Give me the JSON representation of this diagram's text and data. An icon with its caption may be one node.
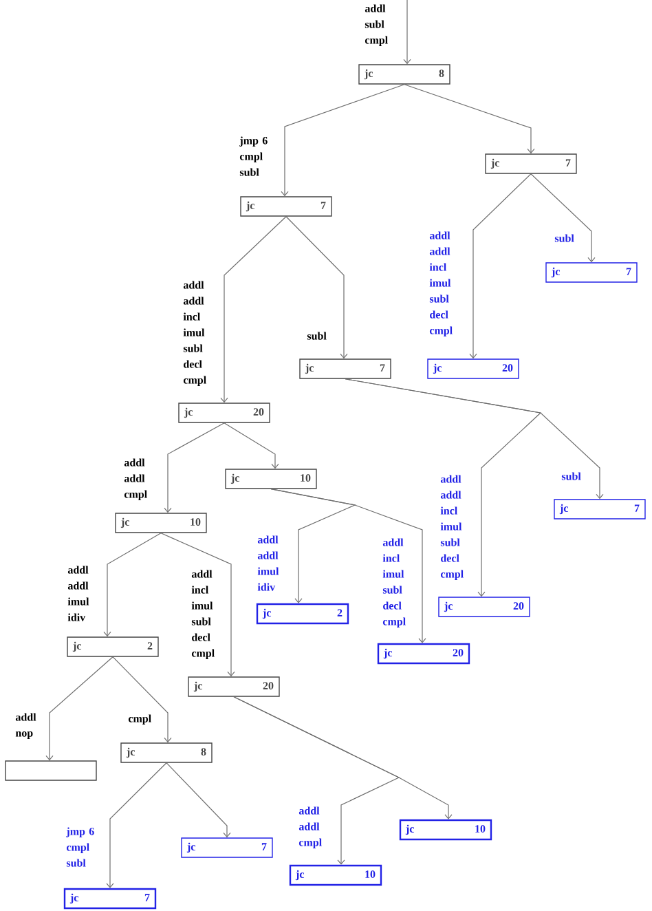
{
  "diagram": {
    "nodes": [
      {
        "text": [
          "jc",
          "8"
        ]
      },
      {
        "text": [
          "jc",
          "7"
        ]
      },
      {
        "text": [
          "jc",
          "7"
        ]
      },
      {
        "text": [
          "jc",
          "7"
        ]
      },
      {
        "text": [
          "jc",
          "20"
        ]
      },
      {
        "text": [
          "jc",
          "7"
        ]
      },
      {
        "text": [
          "jc",
          "20"
        ]
      },
      {
        "text": [
          "jc",
          "10"
        ]
      },
      {
        "text": [
          "jc",
          "7"
        ]
      },
      {
        "text": [
          "jc",
          "10"
        ]
      },
      {
        "text": [
          "jc",
          "20"
        ]
      },
      {
        "text": [
          "jc",
          "2"
        ]
      },
      {
        "text": [
          "jc",
          "20"
        ]
      },
      {
        "text": [
          "jc",
          "2"
        ]
      },
      {
        "text": [
          "jc",
          "20"
        ]
      },
      {
        "text": [],
        "shape": "box"
      },
      {
        "text": [
          "jc",
          "8"
        ]
      },
      {
        "text": [
          "jc",
          "10"
        ]
      },
      {
        "text": [
          "jc",
          "7"
        ]
      },
      {
        "text": [
          "jc",
          "10"
        ]
      },
      {
        "text": [
          "jc",
          "7"
        ]
      }
    ],
    "edges": [
      {
        "from": null,
        "to": 0,
        "arrow": "to",
        "label": "addl subl cmpl"
      },
      {
        "from": 0,
        "to": 2,
        "arrow": "to",
        "label": "jmp 6 cmpl subl"
      },
      {
        "from": 0,
        "to": 1,
        "arrow": "to"
      },
      {
        "from": 2,
        "to": 6,
        "arrow": "to",
        "label": "addl addl incl imul subl decl cmpl"
      },
      {
        "from": 2,
        "to": 5,
        "arrow": "to",
        "label": "subl"
      },
      {
        "from": 1,
        "to": 4,
        "arrow": "to",
        "label": "addl addl incl imul subl decl cmpl"
      },
      {
        "from": 1,
        "to": 3,
        "arrow": "to",
        "label": "subl"
      },
      {
        "from": 5,
        "to": 10,
        "arrow": "to",
        "label": "addl addl incl imul subl decl cmpl"
      },
      {
        "from": 5,
        "to": 8,
        "arrow": "to",
        "label": "subl"
      },
      {
        "from": 6,
        "to": 9,
        "arrow": "to",
        "label": "addl addl cmpl"
      },
      {
        "from": 6,
        "to": 7,
        "arrow": "to"
      },
      {
        "from": 7,
        "to": 11,
        "arrow": "to",
        "label": "addl addl imul idiv"
      },
      {
        "from": 7,
        "to": 12,
        "arrow": "to",
        "label": "addl incl imul subl decl cmpl"
      },
      {
        "from": 9,
        "to": 13,
        "arrow": "to",
        "label": "addl addl imul idiv"
      },
      {
        "from": 9,
        "to": 14,
        "arrow": "to",
        "label": "addl incl imul subl decl cmpl"
      },
      {
        "from": 13,
        "to": 15,
        "arrow": "to",
        "label": "addl nop"
      },
      {
        "from": 13,
        "to": 16,
        "arrow": "to",
        "label": "cmpl"
      },
      {
        "from": 16,
        "to": 20,
        "arrow": "to",
        "label": "jmp 6 cmpl subl"
      },
      {
        "from": 16,
        "to": 18,
        "arrow": "to"
      },
      {
        "from": 14,
        "to": 19,
        "arrow": "to",
        "label": "addl addl cmpl"
      },
      {
        "from": 14,
        "to": 17,
        "arrow": "to"
      }
    ]
  }
}
